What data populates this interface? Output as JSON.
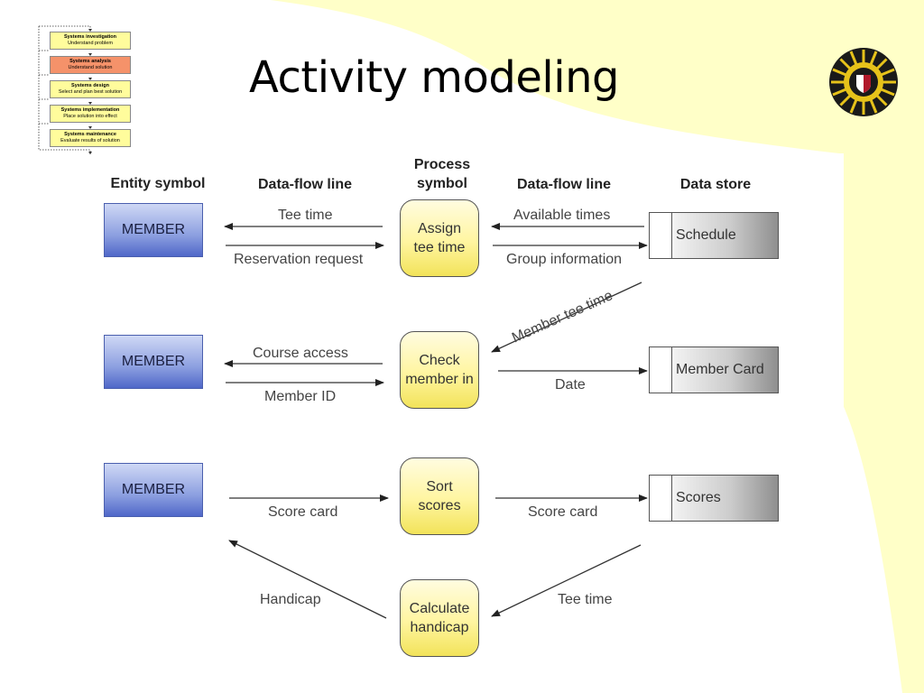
{
  "title": "Activity modeling",
  "sdlc": [
    {
      "name": "Systems investigation",
      "desc": "Understand problem",
      "active": false
    },
    {
      "name": "Systems analysis",
      "desc": "Understand solution",
      "active": true
    },
    {
      "name": "Systems design",
      "desc": "Select and plan best solution",
      "active": false
    },
    {
      "name": "Systems implementation",
      "desc": "Place solution into effect",
      "active": false
    },
    {
      "name": "Systems maintenance",
      "desc": "Evaluate results of solution",
      "active": false
    }
  ],
  "headers": {
    "entity": "Entity symbol",
    "flow_left": "Data-flow line",
    "process_line1": "Process",
    "process_line2": "symbol",
    "flow_right": "Data-flow line",
    "store": "Data store"
  },
  "entities": [
    "MEMBER",
    "MEMBER",
    "MEMBER"
  ],
  "processes": [
    {
      "line1": "Assign",
      "line2": "tee time"
    },
    {
      "line1": "Check",
      "line2": "member in"
    },
    {
      "line1": "Sort",
      "line2": "scores"
    },
    {
      "line1": "Calculate",
      "line2": "handicap"
    }
  ],
  "stores": [
    "Schedule",
    "Member Card",
    "Scores"
  ],
  "flows": {
    "tee_time_1": "Tee time",
    "reservation_request": "Reservation request",
    "available_times": "Available times",
    "group_information": "Group information",
    "member_tee_time": "Member tee time",
    "course_access": "Course access",
    "member_id": "Member ID",
    "date": "Date",
    "score_card_left": "Score card",
    "score_card_right": "Score card",
    "handicap": "Handicap",
    "tee_time_2": "Tee time"
  },
  "colors": {
    "slide_bg": "#ffffc8",
    "entity_fill": "#8c9fe0",
    "process_fill": "#fff5a0",
    "store_fill": "#cccccc",
    "sdlc_active": "#f5926a",
    "sdlc_stage": "#fffc9c"
  },
  "icons": {
    "seal": "university-seal-icon"
  }
}
